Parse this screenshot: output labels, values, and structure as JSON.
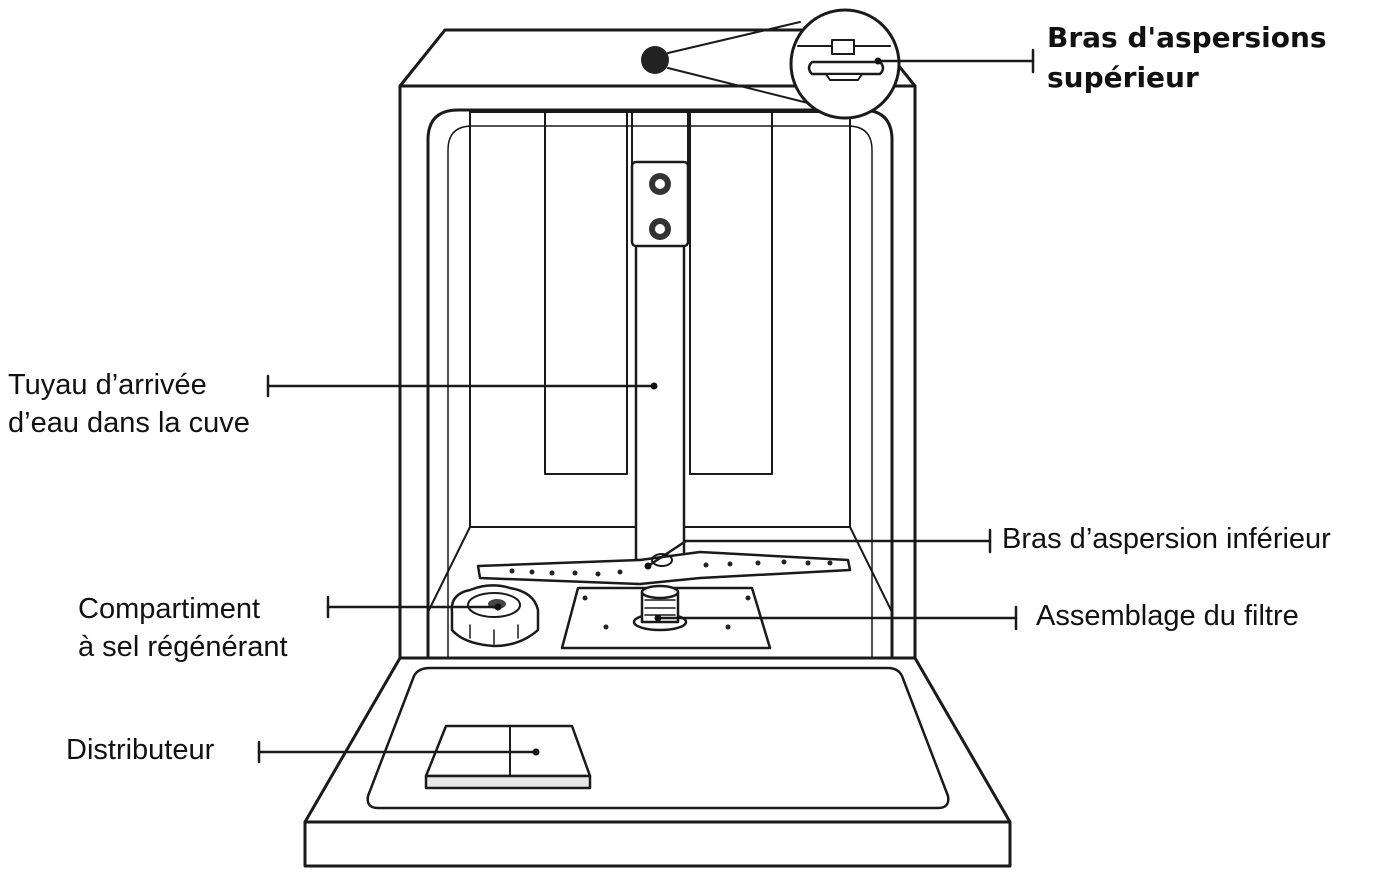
{
  "labels": {
    "upper_arm": [
      "Bras d'aspersions",
      "supérieur"
    ],
    "water_pipe": [
      "Tuyau d’arrivée",
      "d’eau dans la cuve"
    ],
    "lower_arm": "Bras d’aspersion inférieur",
    "salt": [
      "Compartiment",
      "à sel régénérant"
    ],
    "filter": "Assemblage du filtre",
    "dispenser": "Distributeur"
  },
  "colors": {
    "line": "#1a1a1a",
    "fill": "#ffffff",
    "shade": "#f2f2f2"
  }
}
